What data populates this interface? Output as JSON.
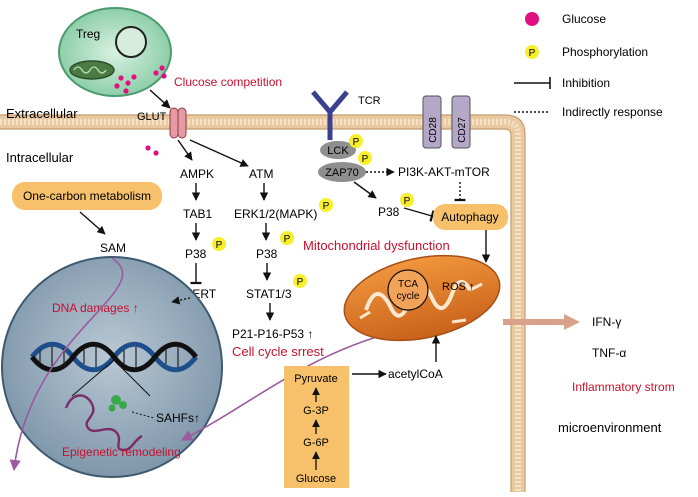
{
  "legend": {
    "glucose": "Glucose",
    "phosphorylation": "Phosphorylation",
    "inhibition": "Inhibition",
    "indirect": "Indirectly response",
    "p_symbol": "P"
  },
  "compartments": {
    "extracellular": "Extracellular",
    "intracellular": "Intracellular",
    "microenvironment": "microenvironment"
  },
  "treg": {
    "label": "Treg",
    "glucose_competition": "Clucose competition"
  },
  "membrane": {
    "glut": "GLUT",
    "tcr": "TCR",
    "cd28": "CD28",
    "cd27": "CD27"
  },
  "nodes": {
    "ampk": "AMPK",
    "tab1": "TAB1",
    "p38_left": "P38",
    "tert": "TERT",
    "atm": "ATM",
    "erk": "ERK1/2(MAPK)",
    "p38_mid": "P38",
    "stat": "STAT1/3",
    "p21": "P21-P16-P53 ↑",
    "lck": "LCK",
    "zap70": "ZAP70",
    "pi3k": "PI3K-AKT-mTOR",
    "p38_right": "P38",
    "autophagy": "Autophagy",
    "one_carbon": "One-carbon metabolism",
    "sam": "SAM",
    "acetylcoa": "acetylCoA"
  },
  "red_labels": {
    "cell_cycle": "Cell cycle srrest",
    "mito_dysfunction": "Mitochondrial dysfunction",
    "dna_damage": "DNA damages ↑",
    "epigenetic": "Epigenetic remodeling",
    "inflammatory": "Inflammatory strom"
  },
  "mitochondrion": {
    "tca_line1": "TCA",
    "tca_line2": "cycle",
    "ros": "ROS ↑"
  },
  "nucleus": {
    "sahfs": "SAHFs↑"
  },
  "glycolysis": [
    "Pyruvate",
    "G-3P",
    "G-6P",
    "Glucose"
  ],
  "cytokines": [
    "IFN-γ",
    "TNF-α"
  ],
  "colors": {
    "glucose": "#e0117f",
    "phospho": "#f7ef2b",
    "red_text": "#c8102e",
    "orange_box": "#f6c16a",
    "membrane": "#e8c49a",
    "mito": "#e07a24",
    "nucleus": "#8fa6b8",
    "treg": "#a9dcc0",
    "receptor": "#b8a8c8"
  }
}
